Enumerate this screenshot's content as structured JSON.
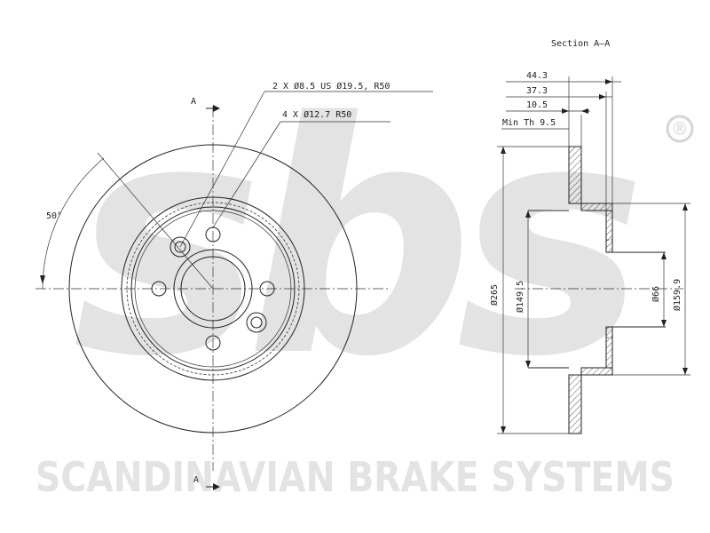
{
  "watermark": {
    "logo_text": "sbs",
    "registered_mark": "®",
    "company": "SCANDINAVIAN BRAKE SYSTEMS"
  },
  "section": {
    "title": "Section A–A",
    "marker_top": "A",
    "marker_bottom": "A"
  },
  "front_view": {
    "angle": "50°",
    "callout_holes_1": "2 X Ø8.5 US Ø19.5, R50",
    "callout_holes_2": "4 X Ø12.7  R50"
  },
  "dimensions": {
    "d1": "44.3",
    "d2": "37.3",
    "d3": "10.5",
    "min_th": "Min Th 9.5",
    "outer_dia": "Ø265",
    "hat_dia": "Ø149.5",
    "bore_dia": "Ø66",
    "hub_dia": "Ø159.9"
  },
  "colors": {
    "line": "#222222",
    "watermark": "#e3e3e3",
    "hatch": "#555555"
  }
}
